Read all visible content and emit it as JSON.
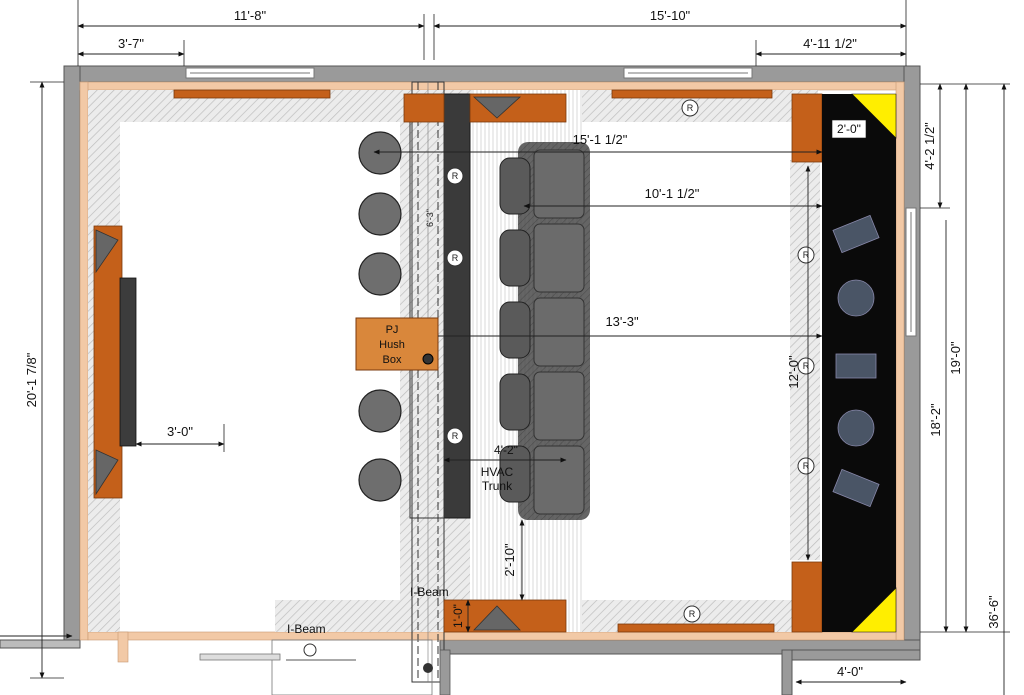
{
  "colors": {
    "wall": "#9a9a9a",
    "wall_trim": "#f2c9a6",
    "cabinet": "#c4601a",
    "seat": "#5a5a5a",
    "stool": "#6e6e6e",
    "stage": "#0a0a0a",
    "corner_trap": "#ffee00",
    "soffit": "#3a3a3a",
    "hush_box": "#d9873b"
  },
  "dimensions": {
    "top_left_overall": "11'-8\"",
    "top_right_overall": "15'-10\"",
    "top_left_window": "3'-7\"",
    "top_right_window": "4'-11 1/2\"",
    "left_height": "20'-1 7/8\"",
    "right_height_total": "36'-6\"",
    "right_height_room": "19'-0\"",
    "right_height_inner": "18'-2\"",
    "right_window": "4'-2 1/2\"",
    "bottom_step": "4'-0\"",
    "stage_depth": "2'-0\"",
    "screen_to_bar": "15'-1 1/2\"",
    "screen_to_row": "10'-1 1/2\"",
    "screen_to_pj": "13'-3\"",
    "screen_width": "12'-0\"",
    "aisle_left": "3'-0\"",
    "hvac_width": "4'-2\"",
    "rear_clearance": "2'-10\"",
    "beam_drop": "1'-0\"",
    "soffit_width": "6'-3\""
  },
  "labels": {
    "pj_line1": "PJ",
    "pj_line2": "Hush",
    "pj_line3": "Box",
    "hvac_line1": "HVAC",
    "hvac_line2": "Trunk",
    "ibeam_1": "I-Beam",
    "ibeam_2": "I-Beam",
    "r_marker": "R"
  }
}
